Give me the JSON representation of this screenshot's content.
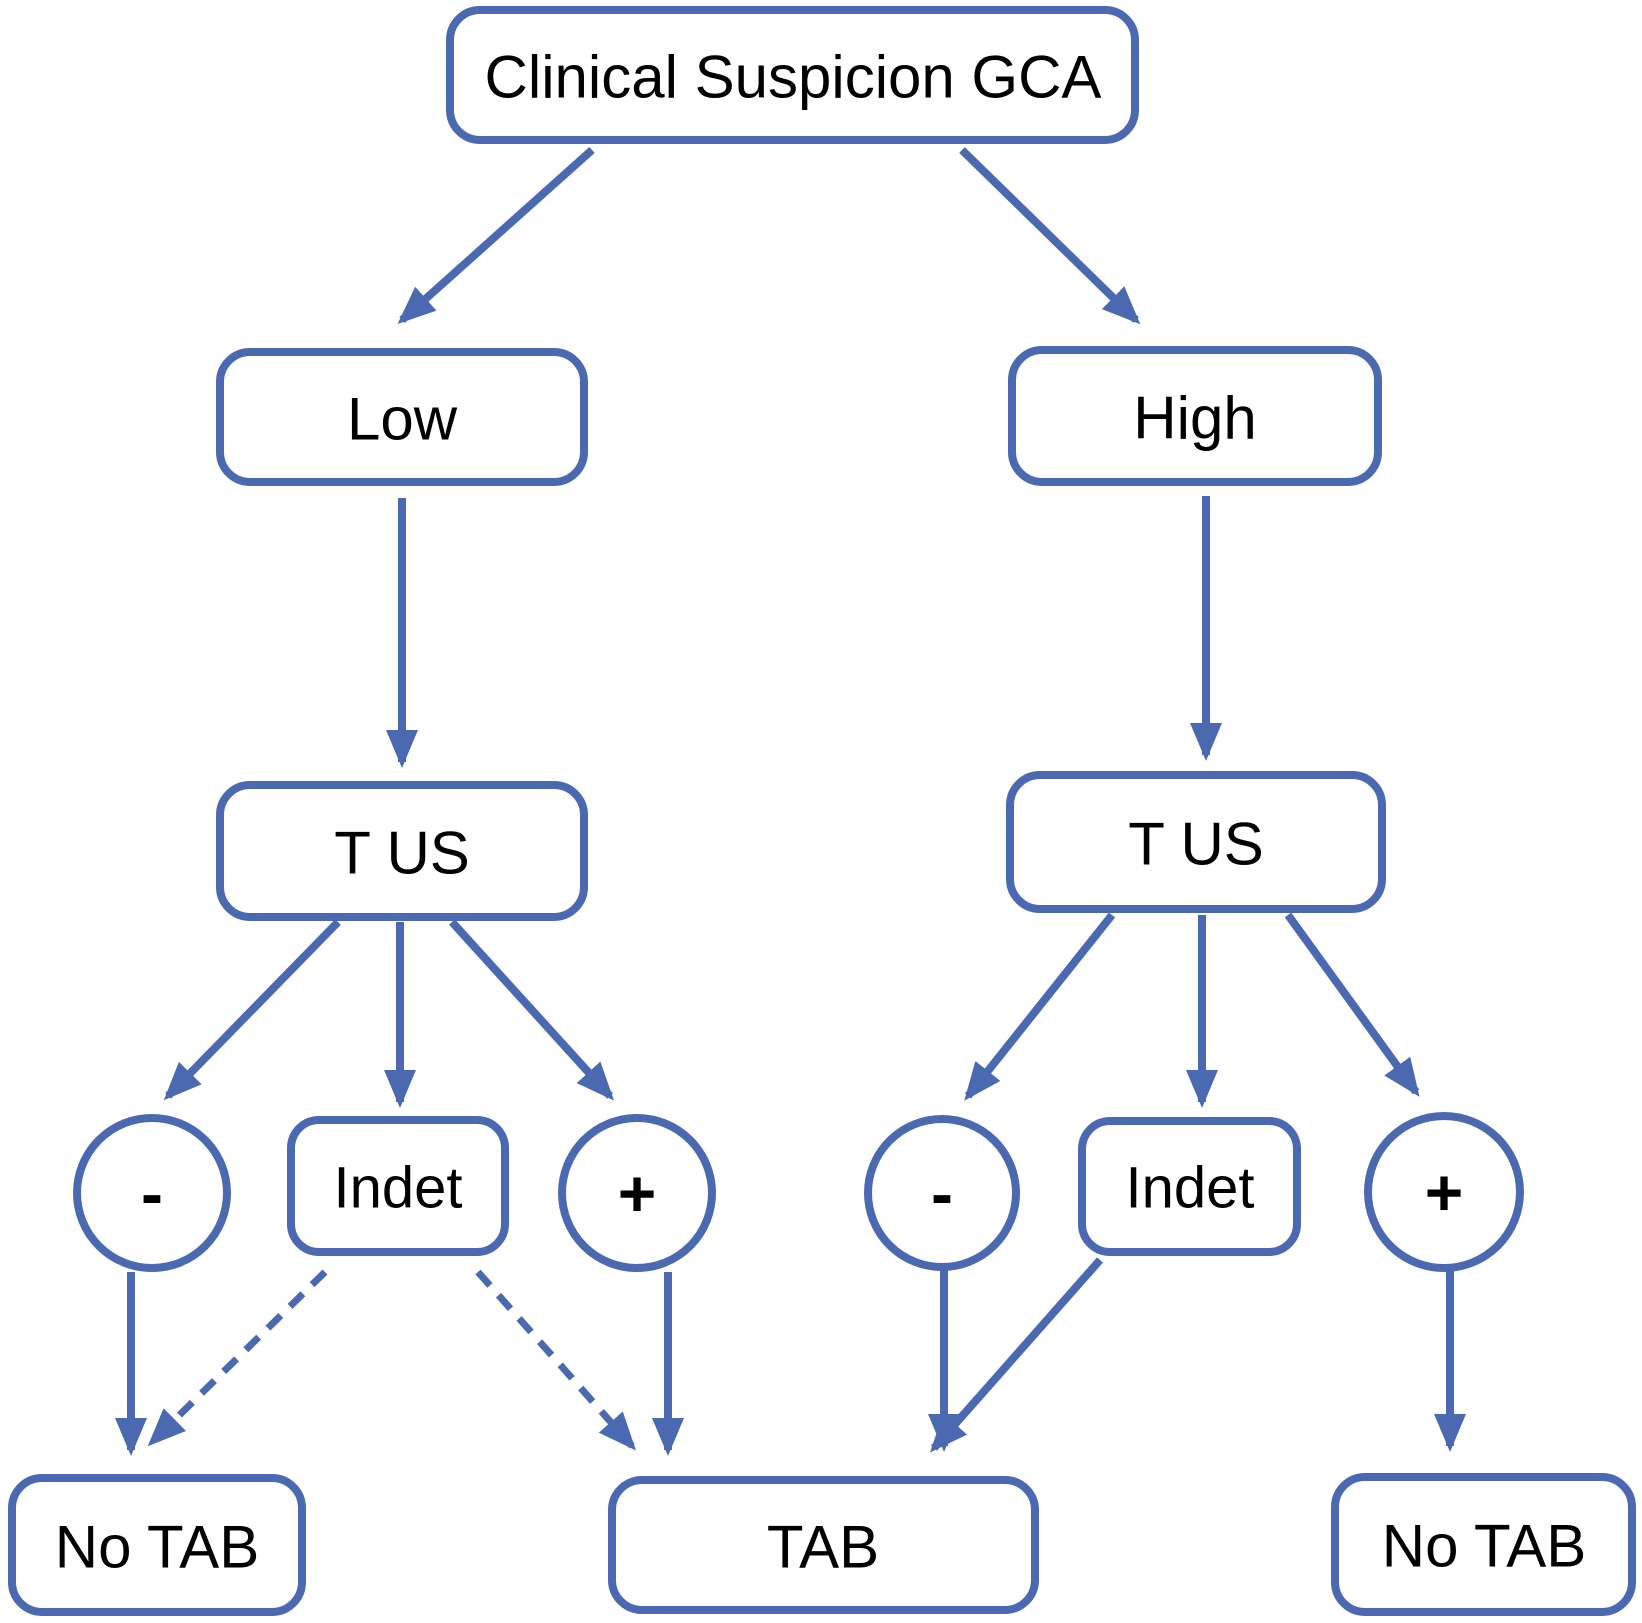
{
  "colors": {
    "stroke_blue": "#4b69b1",
    "text_black": "#000000",
    "background": "#ffffff"
  },
  "nodes": {
    "clinical": {
      "label": "Clinical Suspicion GCA",
      "shape": "rounded-rect"
    },
    "low": {
      "label": "Low",
      "shape": "rounded-rect"
    },
    "high": {
      "label": "High",
      "shape": "rounded-rect"
    },
    "tus_low": {
      "label": "T US",
      "shape": "rounded-rect"
    },
    "tus_high": {
      "label": "T US",
      "shape": "rounded-rect"
    },
    "neg_low": {
      "label": "-",
      "shape": "circle"
    },
    "indet_low": {
      "label": "Indet",
      "shape": "rounded-rect"
    },
    "pos_low": {
      "label": "+",
      "shape": "circle"
    },
    "neg_high": {
      "label": "-",
      "shape": "circle"
    },
    "indet_high": {
      "label": "Indet",
      "shape": "rounded-rect"
    },
    "pos_high": {
      "label": "+",
      "shape": "circle"
    },
    "no_tab_left": {
      "label": "No TAB",
      "shape": "rounded-rect"
    },
    "tab": {
      "label": "TAB",
      "shape": "rounded-rect"
    },
    "no_tab_right": {
      "label": "No TAB",
      "shape": "rounded-rect"
    }
  },
  "edges": [
    {
      "from": "clinical",
      "to": "low",
      "style": "solid"
    },
    {
      "from": "clinical",
      "to": "high",
      "style": "solid"
    },
    {
      "from": "low",
      "to": "tus_low",
      "style": "solid"
    },
    {
      "from": "high",
      "to": "tus_high",
      "style": "solid"
    },
    {
      "from": "tus_low",
      "to": "neg_low",
      "style": "solid"
    },
    {
      "from": "tus_low",
      "to": "indet_low",
      "style": "solid"
    },
    {
      "from": "tus_low",
      "to": "pos_low",
      "style": "solid"
    },
    {
      "from": "tus_high",
      "to": "neg_high",
      "style": "solid"
    },
    {
      "from": "tus_high",
      "to": "indet_high",
      "style": "solid"
    },
    {
      "from": "tus_high",
      "to": "pos_high",
      "style": "solid"
    },
    {
      "from": "neg_low",
      "to": "no_tab_left",
      "style": "solid"
    },
    {
      "from": "indet_low",
      "to": "no_tab_left",
      "style": "dashed"
    },
    {
      "from": "indet_low",
      "to": "tab",
      "style": "dashed"
    },
    {
      "from": "pos_low",
      "to": "tab",
      "style": "solid"
    },
    {
      "from": "neg_high",
      "to": "tab",
      "style": "solid"
    },
    {
      "from": "indet_high",
      "to": "tab",
      "style": "solid"
    },
    {
      "from": "pos_high",
      "to": "no_tab_right",
      "style": "solid"
    }
  ]
}
